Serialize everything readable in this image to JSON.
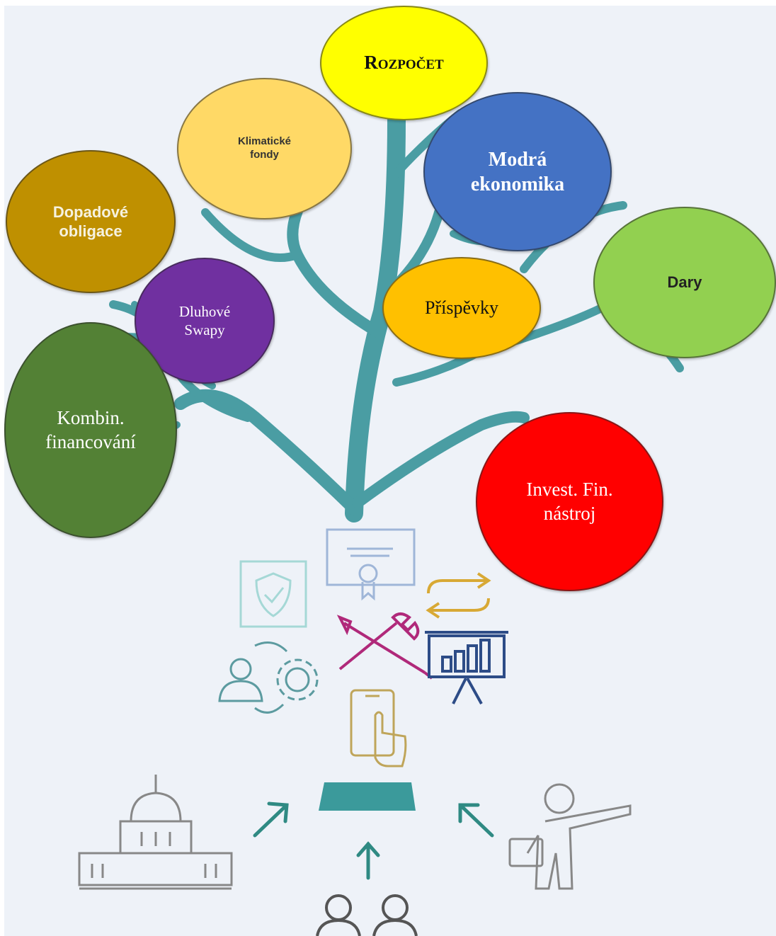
{
  "bubbles": {
    "rozpocet": {
      "label": "Rozpočet",
      "color": "#ffff00"
    },
    "klimaticke": {
      "label": "Klimatické\nfondy",
      "color": "#ffd966"
    },
    "modra": {
      "label": "Modrá\nekonomika",
      "color": "#4472c4"
    },
    "dopadove": {
      "label": "Dopadové\nobligace",
      "color": "#bf9000"
    },
    "dary": {
      "label": "Dary",
      "color": "#92d050"
    },
    "prispevky": {
      "label": "Příspěvky",
      "color": "#ffc000"
    },
    "dluhove": {
      "label": "Dluhové\nSwapy",
      "color": "#7030a0"
    },
    "kombin": {
      "label": "Kombin.\nfinancování",
      "color": "#538135"
    },
    "invest": {
      "label": "Invest. Fin.\nnástroj",
      "color": "#ff0000"
    }
  },
  "icons": [
    "certificate-icon",
    "shield-check-icon",
    "exchange-arrows-icon",
    "tools-icon",
    "presentation-chart-icon",
    "person-gear-icon",
    "smartphone-tap-icon",
    "funnel-icon",
    "government-building-icon",
    "businessman-pointing-icon",
    "people-icon"
  ],
  "colors": {
    "tree": "#4a9da3",
    "background": "#eef2f8"
  }
}
